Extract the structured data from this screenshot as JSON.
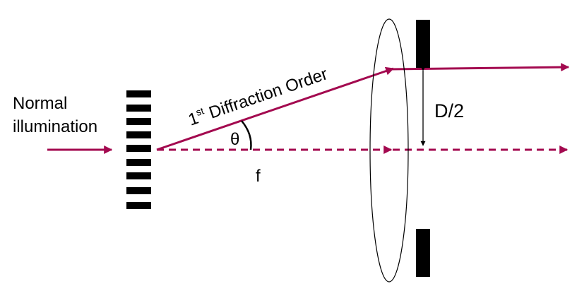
{
  "labels": {
    "illumination_line1": "Normal",
    "illumination_line2": "illumination",
    "order_sup_number": "1",
    "order_sup": "st",
    "order_rest": " Diffraction Order",
    "theta": "θ",
    "focal": "f",
    "aperture": "D/2"
  },
  "colors": {
    "ray": "#a3094f",
    "ink": "#000000",
    "background": "#ffffff"
  }
}
